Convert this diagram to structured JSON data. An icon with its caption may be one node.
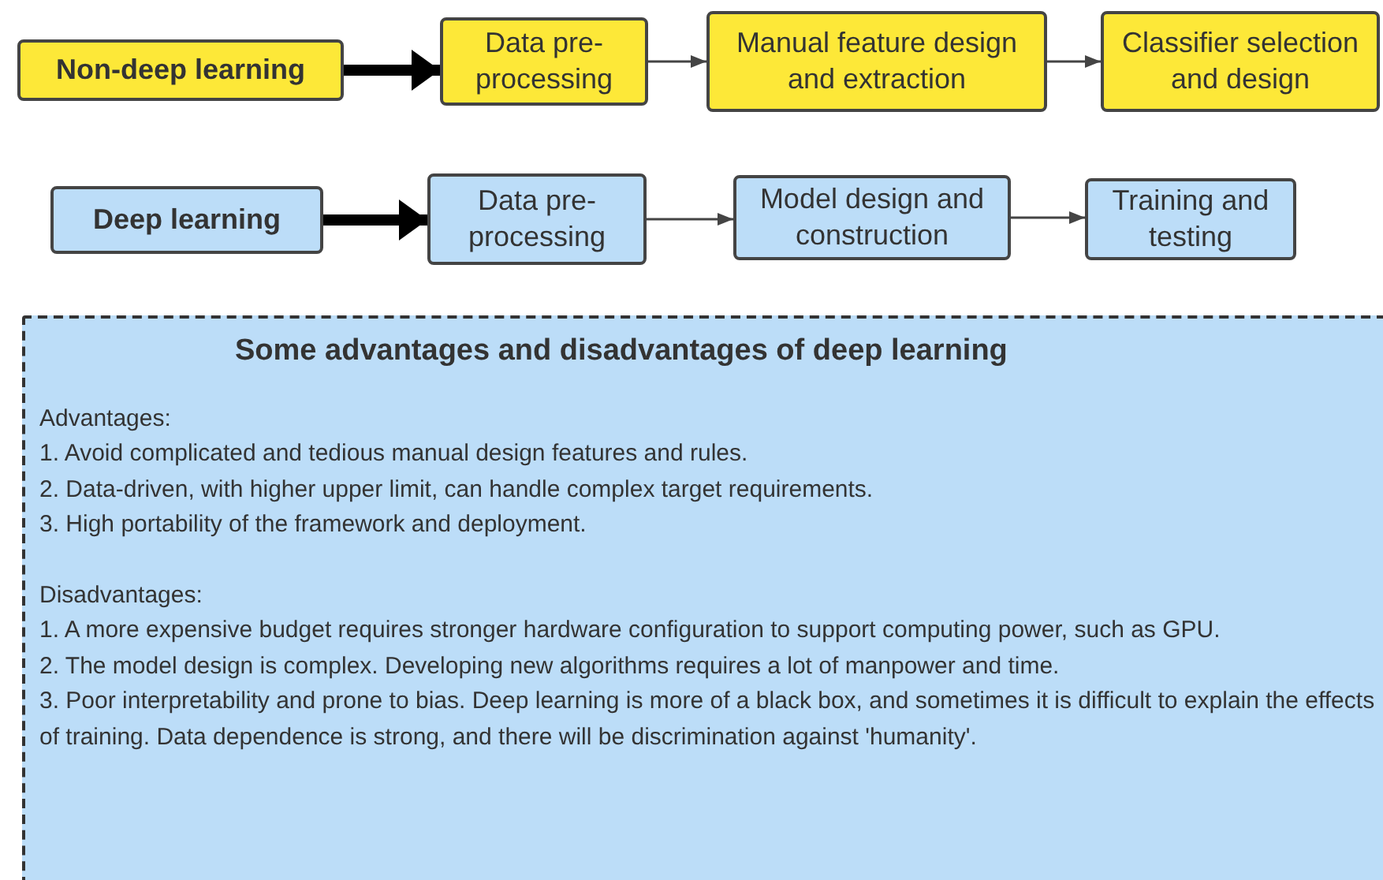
{
  "diagram": {
    "nodes": [
      {
        "text": [
          "Non-deep learning"
        ]
      },
      {
        "text": [
          "Data pre-processing"
        ]
      },
      {
        "text": [
          "Manual feature design and extraction"
        ]
      },
      {
        "text": [
          "Classifier selection and design"
        ]
      },
      {
        "text": [
          "Deep learning"
        ]
      },
      {
        "text": [
          "Data pre-processing"
        ]
      },
      {
        "text": [
          "Model design and construction"
        ]
      },
      {
        "text": [
          "Training and testing"
        ]
      },
      {
        "text": [
          "Some advantages and disadvantages of deep learning",
          "Advantages:",
          "1. Avoid complicated and tedious manual design features and rules.",
          "2. Data-driven, with higher upper limit, can handle complex target requirements.",
          "3. High portability of the framework and deployment.",
          "Disadvantages:",
          "1. A more expensive budget requires stronger hardware configuration to support computing power, such as GPU.",
          "2. The model design is complex. Developing new algorithms requires a lot of manpower and time.",
          "3. Poor interpretability and prone to bias. Deep learning is more of a black box, and sometimes it is difficult to explain the effects of training. Data dependence is strong, and there will be discrimination against 'humanity'."
        ]
      }
    ],
    "edges": [
      {
        "from": 0,
        "to": 1,
        "arrow": "to",
        "style": "thick"
      },
      {
        "from": 1,
        "to": 2,
        "arrow": "to"
      },
      {
        "from": 2,
        "to": 3,
        "arrow": "to"
      },
      {
        "from": 4,
        "to": 5,
        "arrow": "to",
        "style": "thick"
      },
      {
        "from": 5,
        "to": 6,
        "arrow": "to"
      },
      {
        "from": 6,
        "to": 7,
        "arrow": "to"
      }
    ]
  }
}
